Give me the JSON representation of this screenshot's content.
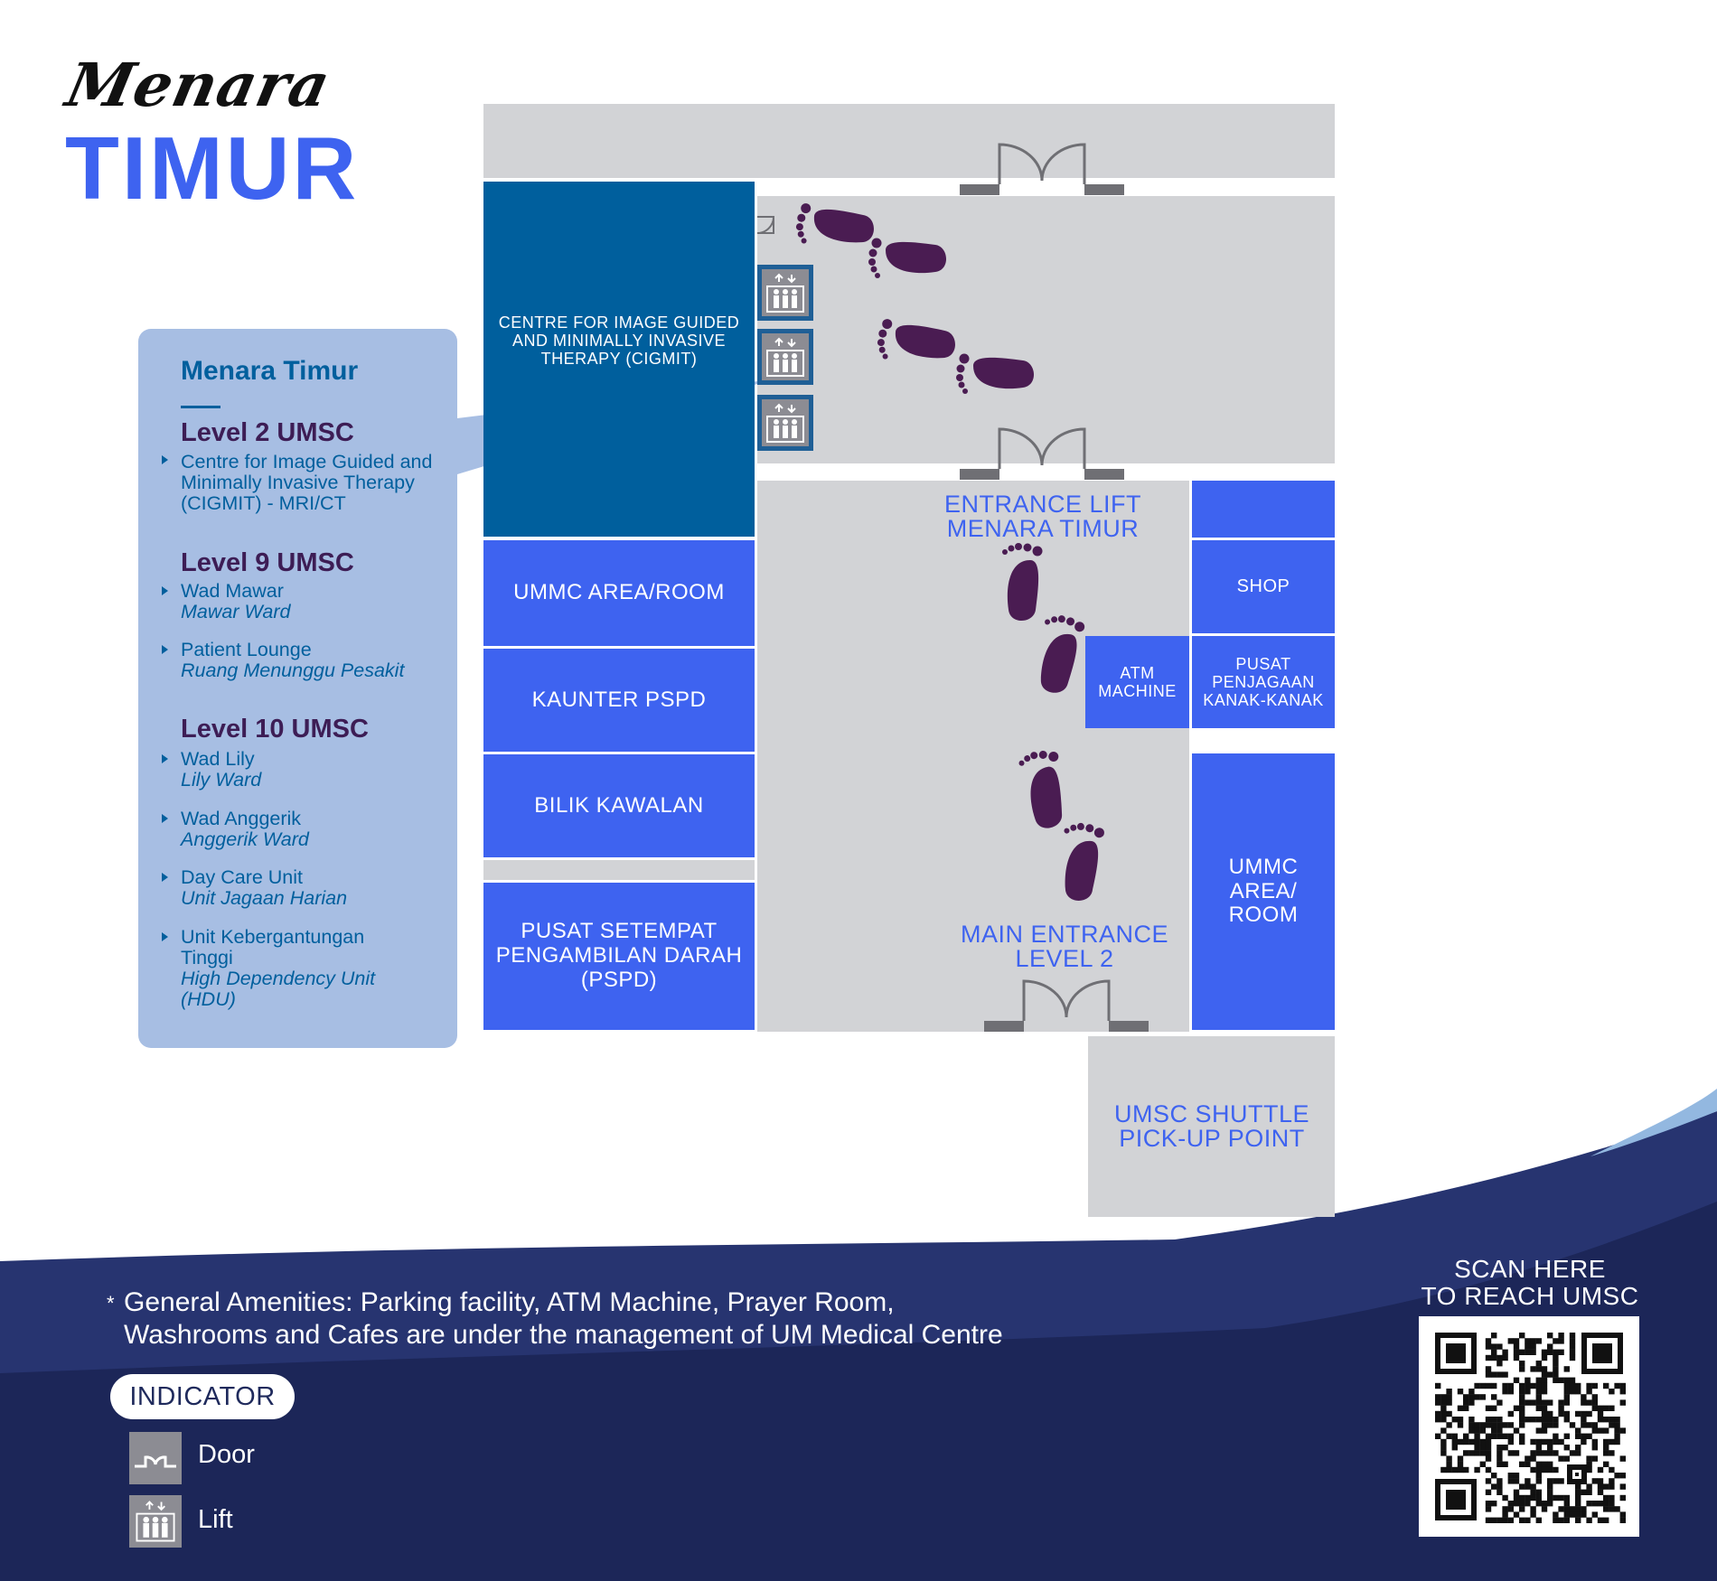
{
  "header": {
    "script_word": "Menara",
    "main_word": "TIMUR"
  },
  "info_panel": {
    "title": "Menara Timur",
    "sections": [
      {
        "level": "Level 2 UMSC",
        "items": [
          {
            "name": "Centre for Image Guided and Minimally Invasive Therapy (CIGMIT) - MRI/CT"
          }
        ]
      },
      {
        "level": "Level 9 UMSC",
        "items": [
          {
            "name": "Wad Mawar",
            "translation": "Mawar Ward"
          },
          {
            "name": "Patient Lounge",
            "translation": "Ruang Menunggu Pesakit"
          }
        ]
      },
      {
        "level": "Level 10 UMSC",
        "items": [
          {
            "name": "Wad Lily",
            "translation": "Lily Ward"
          },
          {
            "name": "Wad Anggerik",
            "translation": "Anggerik Ward"
          },
          {
            "name": "Day Care Unit",
            "translation": "Unit Jagaan Harian"
          },
          {
            "name": "Unit Kebergantungan Tinggi",
            "translation": "High Dependency Unit (HDU)"
          }
        ]
      }
    ]
  },
  "map": {
    "rooms": {
      "cigmit": "CENTRE FOR IMAGE GUIDED AND MINIMALLY INVASIVE THERAPY (CIGMIT)",
      "ummc_area_left": "UMMC AREA/ROOM",
      "kaunter_pspd": "KAUNTER PSPD",
      "bilik_kawalan": "BILIK KAWALAN",
      "pusat_setempat": "PUSAT SETEMPAT PENGAMBILAN DARAH (PSPD)",
      "shop": "SHOP",
      "atm": "ATM MACHINE",
      "pusat_penjagaan": "PUSAT PENJAGAAN KANAK-KANAK",
      "ummc_area_right": "UMMC AREA/ ROOM"
    },
    "labels": {
      "entrance_lift": "ENTRANCE LIFT MENARA TIMUR",
      "main_entrance": "MAIN ENTRANCE LEVEL 2",
      "shuttle": "UMSC SHUTTLE PICK-UP POINT"
    },
    "colors": {
      "room_blue": "#3e63f0",
      "room_navy": "#005f9d",
      "floor_grey": "#d2d3d6",
      "panel_lightblue": "#a7bee3",
      "footprint_purple": "#4a1c52",
      "footer_navy": "#1f2a5c"
    }
  },
  "footer": {
    "amenities_asterisk": "*",
    "amenities_line1": "General Amenities: Parking facility, ATM Machine, Prayer Room,",
    "amenities_line2": "Washrooms and Cafes are under the management of UM Medical Centre",
    "indicator_label": "INDICATOR",
    "legend": [
      {
        "icon": "door-icon",
        "label": "Door"
      },
      {
        "icon": "lift-icon",
        "label": "Lift"
      }
    ],
    "scan_line1": "SCAN HERE",
    "scan_line2": "TO REACH UMSC"
  }
}
